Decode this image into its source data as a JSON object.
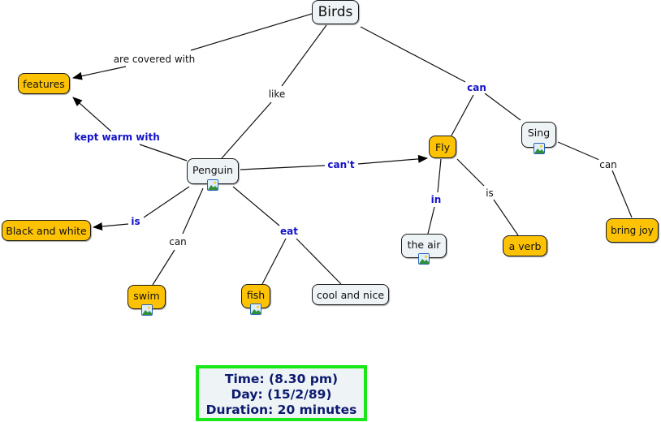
{
  "concept_map": {
    "nodes": {
      "birds": {
        "label": "Birds",
        "style": "light"
      },
      "features": {
        "label": "features",
        "style": "gold"
      },
      "penguin": {
        "label": "Penguin",
        "style": "light",
        "has_image": true
      },
      "black_and_white": {
        "label": "Black and white",
        "style": "gold"
      },
      "swim": {
        "label": "swim",
        "style": "gold",
        "has_image": true
      },
      "fish": {
        "label": "fish",
        "style": "gold",
        "has_image": true
      },
      "cool_and_nice": {
        "label": "cool and nice",
        "style": "light"
      },
      "fly": {
        "label": "Fly",
        "style": "gold"
      },
      "sing": {
        "label": "Sing",
        "style": "light",
        "has_image": true
      },
      "the_air": {
        "label": "the air",
        "style": "light",
        "has_image": true
      },
      "a_verb": {
        "label": "a verb",
        "style": "gold"
      },
      "bring_joy": {
        "label": "bring joy",
        "style": "gold"
      }
    },
    "links": {
      "are_covered_with": {
        "label": "are covered with",
        "from": "Birds",
        "to": "features",
        "emphasis": false
      },
      "like": {
        "label": "like",
        "from": "Birds",
        "to": "Penguin",
        "emphasis": false
      },
      "can_birds": {
        "label": "can",
        "from": "Birds",
        "to": [
          "Fly",
          "Sing"
        ],
        "emphasis": true
      },
      "kept_warm_with": {
        "label": "kept warm with",
        "from": "Penguin",
        "to": "features",
        "emphasis": true
      },
      "cant": {
        "label": "can't",
        "from": "Penguin",
        "to": "Fly",
        "emphasis": true
      },
      "is_penguin": {
        "label": "is",
        "from": "Penguin",
        "to": "Black and white",
        "emphasis": true
      },
      "can_penguin": {
        "label": "can",
        "from": "Penguin",
        "to": "swim",
        "emphasis": false
      },
      "eat": {
        "label": "eat",
        "from": "Penguin",
        "to": [
          "fish",
          "cool and nice"
        ],
        "emphasis": true
      },
      "in": {
        "label": "in",
        "from": "Fly",
        "to": "the air",
        "emphasis": true
      },
      "is_fly": {
        "label": "is",
        "from": "Fly",
        "to": "a verb",
        "emphasis": false
      },
      "can_sing": {
        "label": "can",
        "from": "Sing",
        "to": "bring joy",
        "emphasis": false
      }
    }
  },
  "colors": {
    "gold_node": "#fcc203",
    "light_node": "#eef3f6",
    "emphasis_link": "#1212c8",
    "info_border": "#18e818",
    "info_text": "#0c1a6e"
  },
  "info_box": {
    "time": "Time: (8.30 pm)",
    "day": "Day: (15/2/89)",
    "duration": "Duration: 20 minutes"
  }
}
